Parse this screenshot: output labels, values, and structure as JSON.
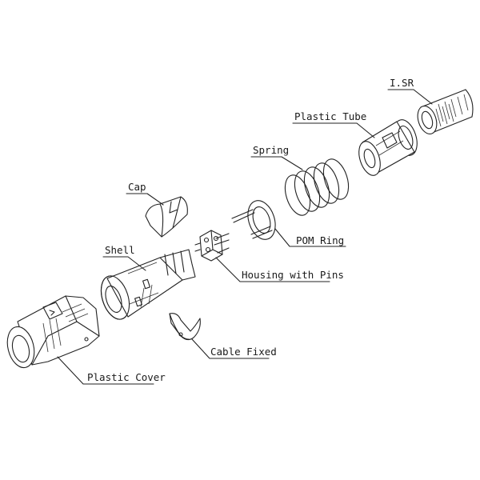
{
  "labels": {
    "isr": "I.SR",
    "plastic_tube": "Plastic Tube",
    "spring": "Spring",
    "cap": "Cap",
    "pom_ring": "POM Ring",
    "shell": "Shell",
    "housing_with_pins": "Housing with Pins",
    "cable_fixed": "Cable Fixed",
    "plastic_cover": "Plastic Cover"
  }
}
